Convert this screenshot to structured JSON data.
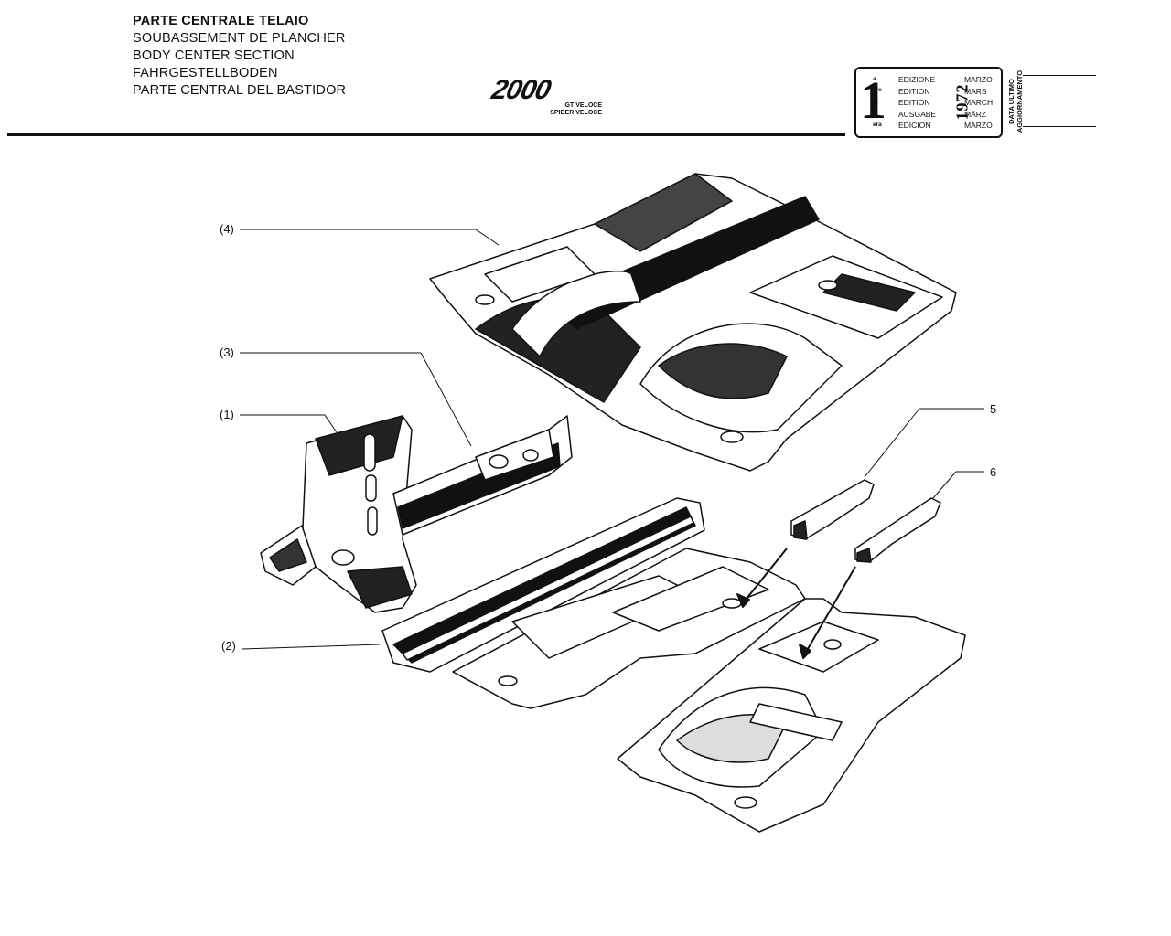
{
  "header": {
    "title_it": "PARTE CENTRALE TELAIO",
    "title_fr": "SOUBASSEMENT DE PLANCHER",
    "title_en": "BODY CENTER SECTION",
    "title_de": "FAHRGESTELLBODEN",
    "title_es": "PARTE CENTRAL DEL BASTIDOR"
  },
  "logo": {
    "model": "2000",
    "line1": "GT VELOCE",
    "line2": "SPIDER VELOCE"
  },
  "edition": {
    "number": "1",
    "suffixes": [
      "a",
      "ere",
      "st",
      ".",
      "era"
    ],
    "labels": [
      "EDIZIONE",
      "EDITION",
      "EDITION",
      "AUSGABE",
      "EDICION"
    ],
    "year": "1972",
    "months": [
      "MARZO",
      "MARS",
      "MARCH",
      "MÄRZ",
      "MARZO"
    ]
  },
  "update_label": "DATA ULTIMO AGGIORNAMENTO",
  "callouts": {
    "c4": "(4)",
    "c3": "(3)",
    "c1": "(1)",
    "c2": "(2)",
    "c5": "5",
    "c6": "6"
  }
}
